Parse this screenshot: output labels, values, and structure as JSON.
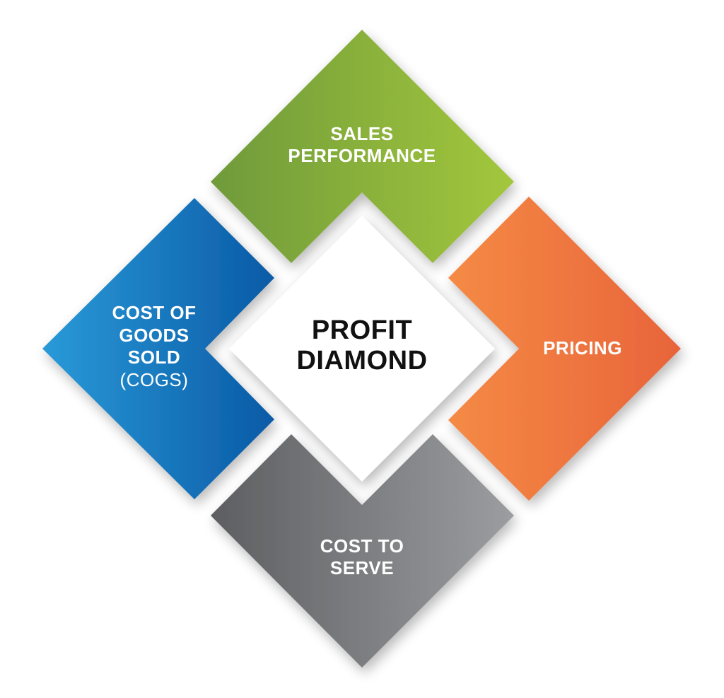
{
  "center": {
    "line1": "PROFIT",
    "line2": "DIAMOND"
  },
  "top": {
    "line1": "SALES",
    "line2": "PERFORMANCE"
  },
  "right": {
    "line1": "PRICING"
  },
  "bottom": {
    "line1": "COST TO",
    "line2": "SERVE"
  },
  "left": {
    "line1": "COST OF",
    "line2": "GOODS",
    "line3": "SOLD",
    "line4": "(COGS)"
  },
  "colors": {
    "green_start": "#6f9a3a",
    "green_end": "#a3c73c",
    "orange_start": "#f58a45",
    "orange_end": "#e8643a",
    "gray_start": "#5d5e61",
    "gray_end": "#9c9da0",
    "blue_start": "#2a9ad8",
    "blue_end": "#0a5aa6"
  }
}
